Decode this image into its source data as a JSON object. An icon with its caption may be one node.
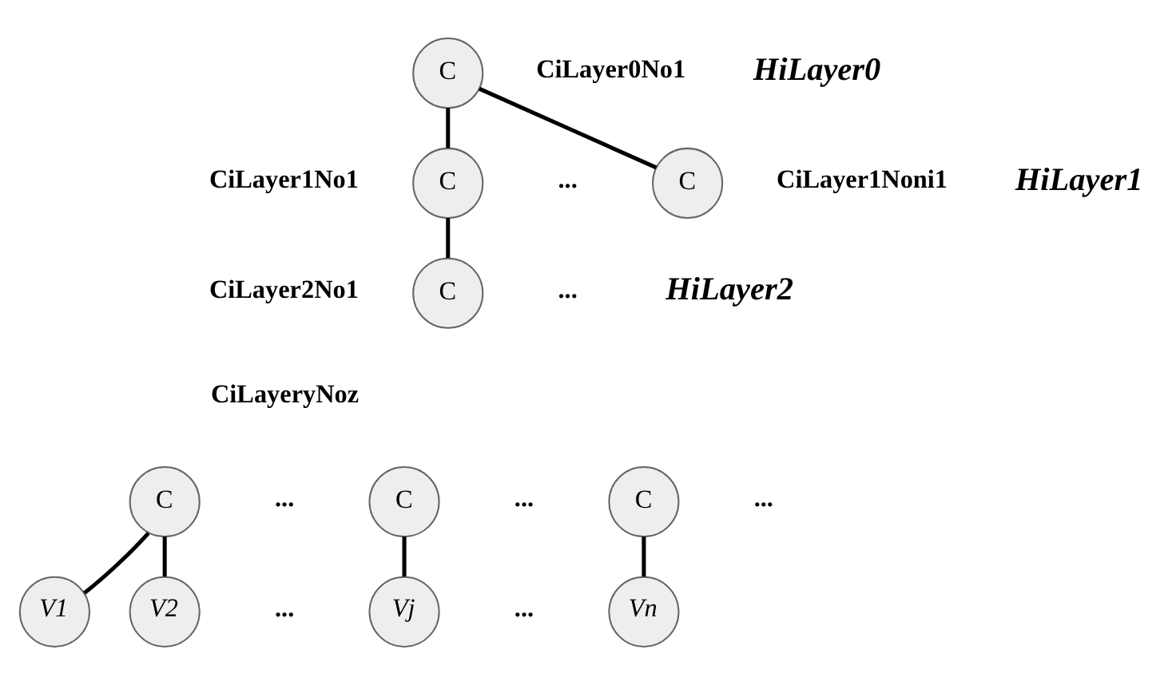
{
  "diagram": {
    "nodes": [
      {
        "text": [
          "C"
        ],
        "beside": [
          "CiLayer0No1"
        ]
      },
      {
        "text": [
          "C"
        ],
        "beside": [
          "CiLayer1No1"
        ]
      },
      {
        "text": [
          "C"
        ],
        "beside": [
          "CiLayer1Noni1"
        ]
      },
      {
        "text": [
          "C"
        ],
        "beside": [
          "CiLayer2No1"
        ]
      },
      {
        "text": [
          "C"
        ]
      },
      {
        "text": [
          "C"
        ]
      },
      {
        "text": [
          "C"
        ]
      },
      {
        "text": [
          "V1"
        ]
      },
      {
        "text": [
          "V2"
        ]
      },
      {
        "text": [
          "Vj"
        ]
      },
      {
        "text": [
          "Vn"
        ]
      }
    ],
    "edges": [
      {
        "from": 0,
        "to": 1,
        "arrow": "none"
      },
      {
        "from": 0,
        "to": 2,
        "arrow": "none"
      },
      {
        "from": 1,
        "to": 3,
        "arrow": "none"
      },
      {
        "from": 4,
        "to": 7,
        "arrow": "none"
      },
      {
        "from": 4,
        "to": 8,
        "arrow": "none"
      },
      {
        "from": 5,
        "to": 9,
        "arrow": "none"
      },
      {
        "from": 6,
        "to": 10,
        "arrow": "none"
      }
    ],
    "labels": [
      "HiLayer0",
      "...",
      "HiLayer1",
      "...",
      "HiLayer2",
      "CiLayeryNoz",
      "...",
      "...",
      "...",
      "...",
      "..."
    ]
  }
}
